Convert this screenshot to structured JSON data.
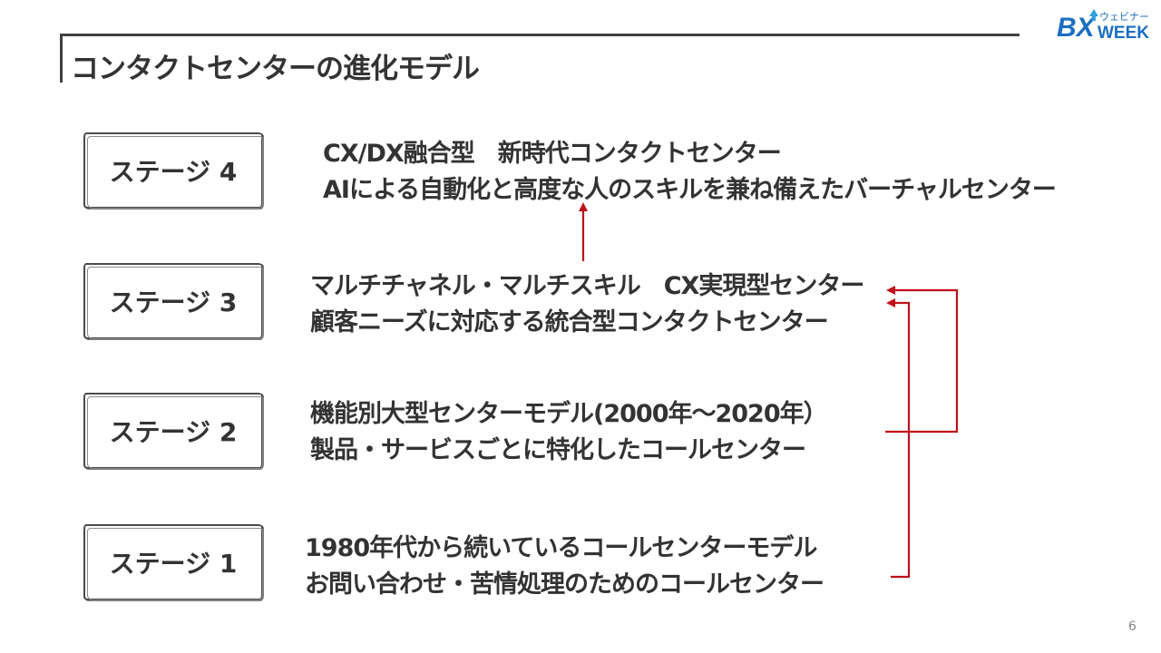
{
  "slide": {
    "title": "コンタクトセンターの進化モデル",
    "page_number": "6"
  },
  "logo": {
    "letters": "BX",
    "tagline": "ウェビナー",
    "word": "WEEK",
    "colors": {
      "primary": "#1b6ec2",
      "accent": "#30a0e0"
    }
  },
  "stages": [
    {
      "label": "ステージ 4",
      "line1": "CX/DX融合型　新時代コンタクトセンター",
      "line2": "AIによる自動化と高度な人のスキルを兼ね備えたバーチャルセンター"
    },
    {
      "label": "ステージ 3",
      "line1": "マルチチャネル・マルチスキル　CX実現型センター",
      "line2": "顧客ニーズに対応する統合型コンタクトセンター"
    },
    {
      "label": "ステージ 2",
      "line1": "機能別大型センターモデル(2000年～2020年）",
      "line2": "製品・サービスごとに特化したコールセンター"
    },
    {
      "label": "ステージ 1",
      "line1": "1980年代から続いているコールセンターモデル",
      "line2": "お問い合わせ・苦情処理のためのコールセンター"
    }
  ],
  "colors": {
    "arrow": "#c0101a",
    "text": "#333333",
    "rule": "#404040"
  }
}
